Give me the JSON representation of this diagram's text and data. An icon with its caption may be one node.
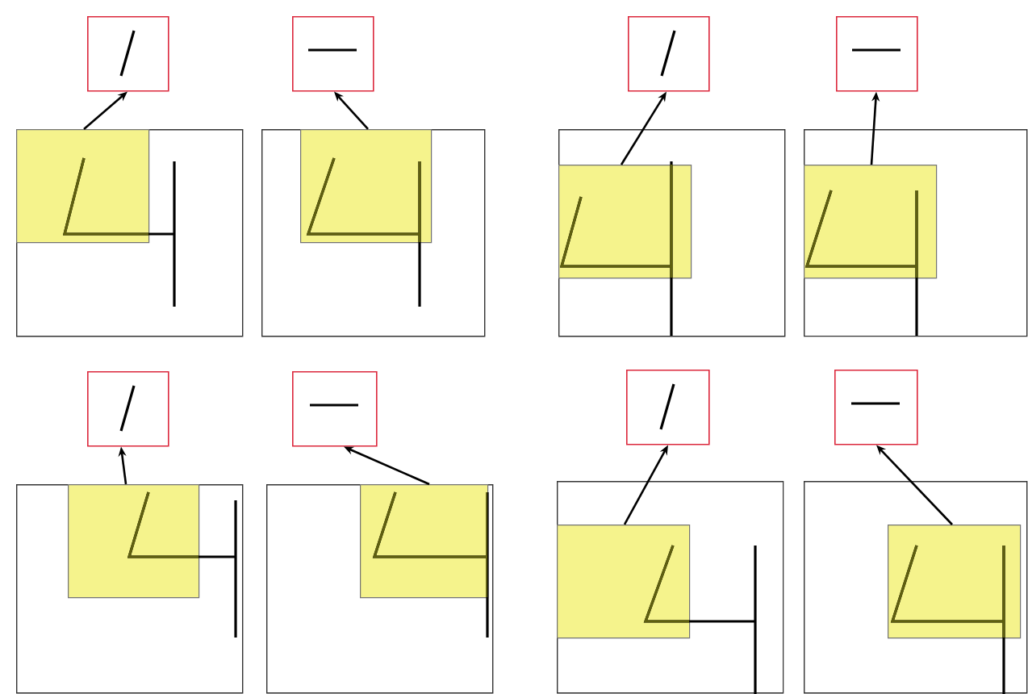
{
  "diagram": {
    "nodes": [
      {
        "text": [],
        "shape": "box"
      },
      {
        "text": [],
        "shape": "box"
      },
      {
        "text": [],
        "shape": "box",
        "in": 1
      },
      {
        "text": [],
        "shape": "box"
      },
      {
        "text": [],
        "shape": "box"
      },
      {
        "text": [],
        "shape": "box",
        "in": 4
      },
      {
        "text": [],
        "shape": "box"
      },
      {
        "text": [],
        "shape": "box"
      },
      {
        "text": [],
        "shape": "box",
        "in": 7
      },
      {
        "text": [],
        "shape": "box"
      },
      {
        "text": [],
        "shape": "box"
      },
      {
        "text": [],
        "shape": "box",
        "in": 10
      },
      {
        "text": [],
        "shape": "box"
      },
      {
        "text": [],
        "shape": "box"
      },
      {
        "text": [],
        "shape": "box",
        "in": 13
      },
      {
        "text": [],
        "shape": "box"
      },
      {
        "text": [],
        "shape": "box"
      },
      {
        "text": [],
        "shape": "box",
        "in": 16
      },
      {
        "text": [],
        "shape": "box"
      },
      {
        "text": [],
        "shape": "box"
      },
      {
        "text": [],
        "shape": "box",
        "in": 19
      },
      {
        "text": [],
        "shape": "box"
      },
      {
        "text": [],
        "shape": "box"
      },
      {
        "text": [],
        "shape": "box",
        "in": 22
      }
    ],
    "edges": [
      {
        "from": 2,
        "to": 0,
        "arrow": "to"
      },
      {
        "from": 5,
        "to": 3,
        "arrow": "to"
      },
      {
        "from": 8,
        "to": 6,
        "arrow": "to"
      },
      {
        "from": 11,
        "to": 9,
        "arrow": "to"
      },
      {
        "from": 14,
        "to": 12,
        "arrow": "to"
      },
      {
        "from": 17,
        "to": 15,
        "arrow": "to"
      },
      {
        "from": 20,
        "to": 18,
        "arrow": "to"
      },
      {
        "from": 23,
        "to": 21,
        "arrow": "to"
      }
    ]
  }
}
